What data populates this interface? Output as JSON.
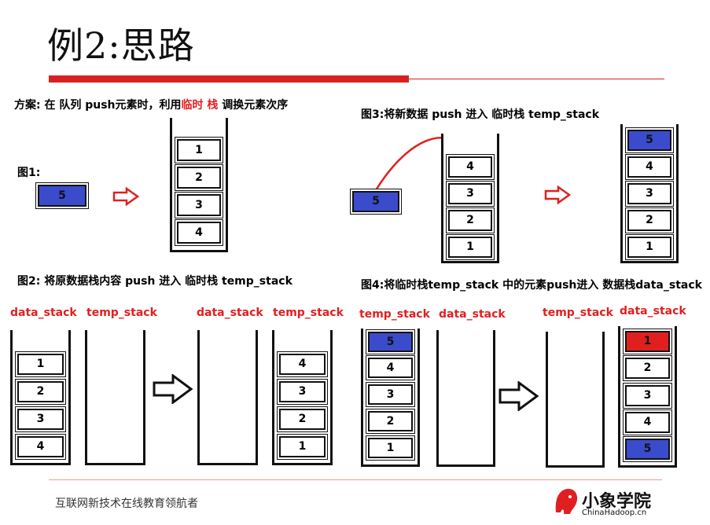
{
  "title": "例2:思路",
  "plan": {
    "prefix": "方案: 在  队列   push元素时，利用",
    "highlight": "临时 栈",
    "suffix": " 调换元素次序"
  },
  "fig1": {
    "label": "图1:",
    "new_item": "5",
    "stack": [
      "1",
      "2",
      "3",
      "4"
    ]
  },
  "fig2": {
    "label": "图2: 将原数据栈内容 push 进入 临时栈 temp_stack",
    "before": {
      "data_name": "data_stack",
      "temp_name": "temp_stack",
      "data": [
        "1",
        "2",
        "3",
        "4"
      ]
    },
    "after": {
      "data_name": "data_stack",
      "temp_name": "temp_stack",
      "temp": [
        "4",
        "3",
        "2",
        "1"
      ]
    }
  },
  "fig3": {
    "label": "图3:将新数据 push 进入  临时栈 temp_stack",
    "new_item": "5",
    "before": [
      "4",
      "3",
      "2",
      "1"
    ],
    "after": [
      "5",
      "4",
      "3",
      "2",
      "1"
    ]
  },
  "fig4": {
    "label": "图4:将临时栈temp_stack 中的元素push进入 数据栈data_stack",
    "before": {
      "temp_name": "temp_stack",
      "data_name": "data_stack",
      "temp": [
        "5",
        "4",
        "3",
        "2",
        "1"
      ]
    },
    "after": {
      "temp_name": "temp_stack",
      "data_name": "data_stack",
      "data": [
        "1",
        "2",
        "3",
        "4",
        "5"
      ]
    }
  },
  "footer": {
    "slogan": "互联网新技术在线教育领航者",
    "brand": "小象学院",
    "site": "ChinaHadoop.cn"
  },
  "colors": {
    "accent": "#d92020",
    "cell_blue": "#3a4ccc",
    "cell_red": "#e02020"
  }
}
